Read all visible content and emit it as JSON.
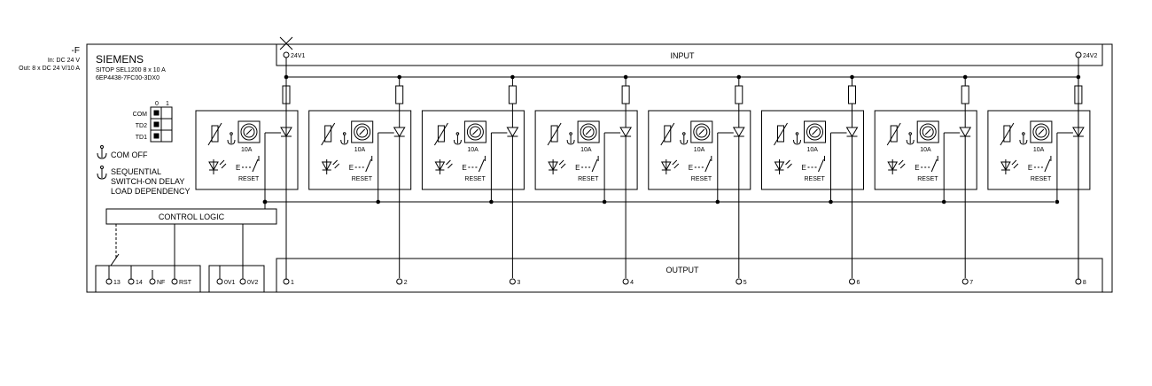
{
  "designation": {
    "code": "-F",
    "input_rating": "In: DC 24 V",
    "output_rating": "Out: 8 x DC 24 V/10 A"
  },
  "device": {
    "brand": "SIEMENS",
    "model": "SITOP SEL1200 8 x 10 A",
    "order_number": "6EP4438-7FC00-3DX0"
  },
  "input": {
    "label": "INPUT",
    "terminal_1": "24V1",
    "terminal_2": "24V2"
  },
  "output": {
    "label": "OUTPUT",
    "terminals": [
      "1",
      "2",
      "3",
      "4",
      "5",
      "6",
      "7",
      "8"
    ]
  },
  "switches": {
    "col_0": "0",
    "col_1": "1",
    "rows": [
      "COM",
      "TD2",
      "TD1"
    ]
  },
  "legend": {
    "com_off": "COM OFF",
    "sequential": "SEQUENTIAL",
    "switch_on_delay": "SWITCH-ON DELAY",
    "load_dependency": "LOAD DEPENDENCY"
  },
  "control_logic": {
    "label": "CONTROL LOGIC"
  },
  "terminals_signal": [
    "13",
    "14",
    "NF",
    "RST"
  ],
  "terminals_voltage": [
    "0V1",
    "0V2"
  ],
  "channel": {
    "rating": "10A",
    "reset": "RESET",
    "e_label": "E"
  }
}
